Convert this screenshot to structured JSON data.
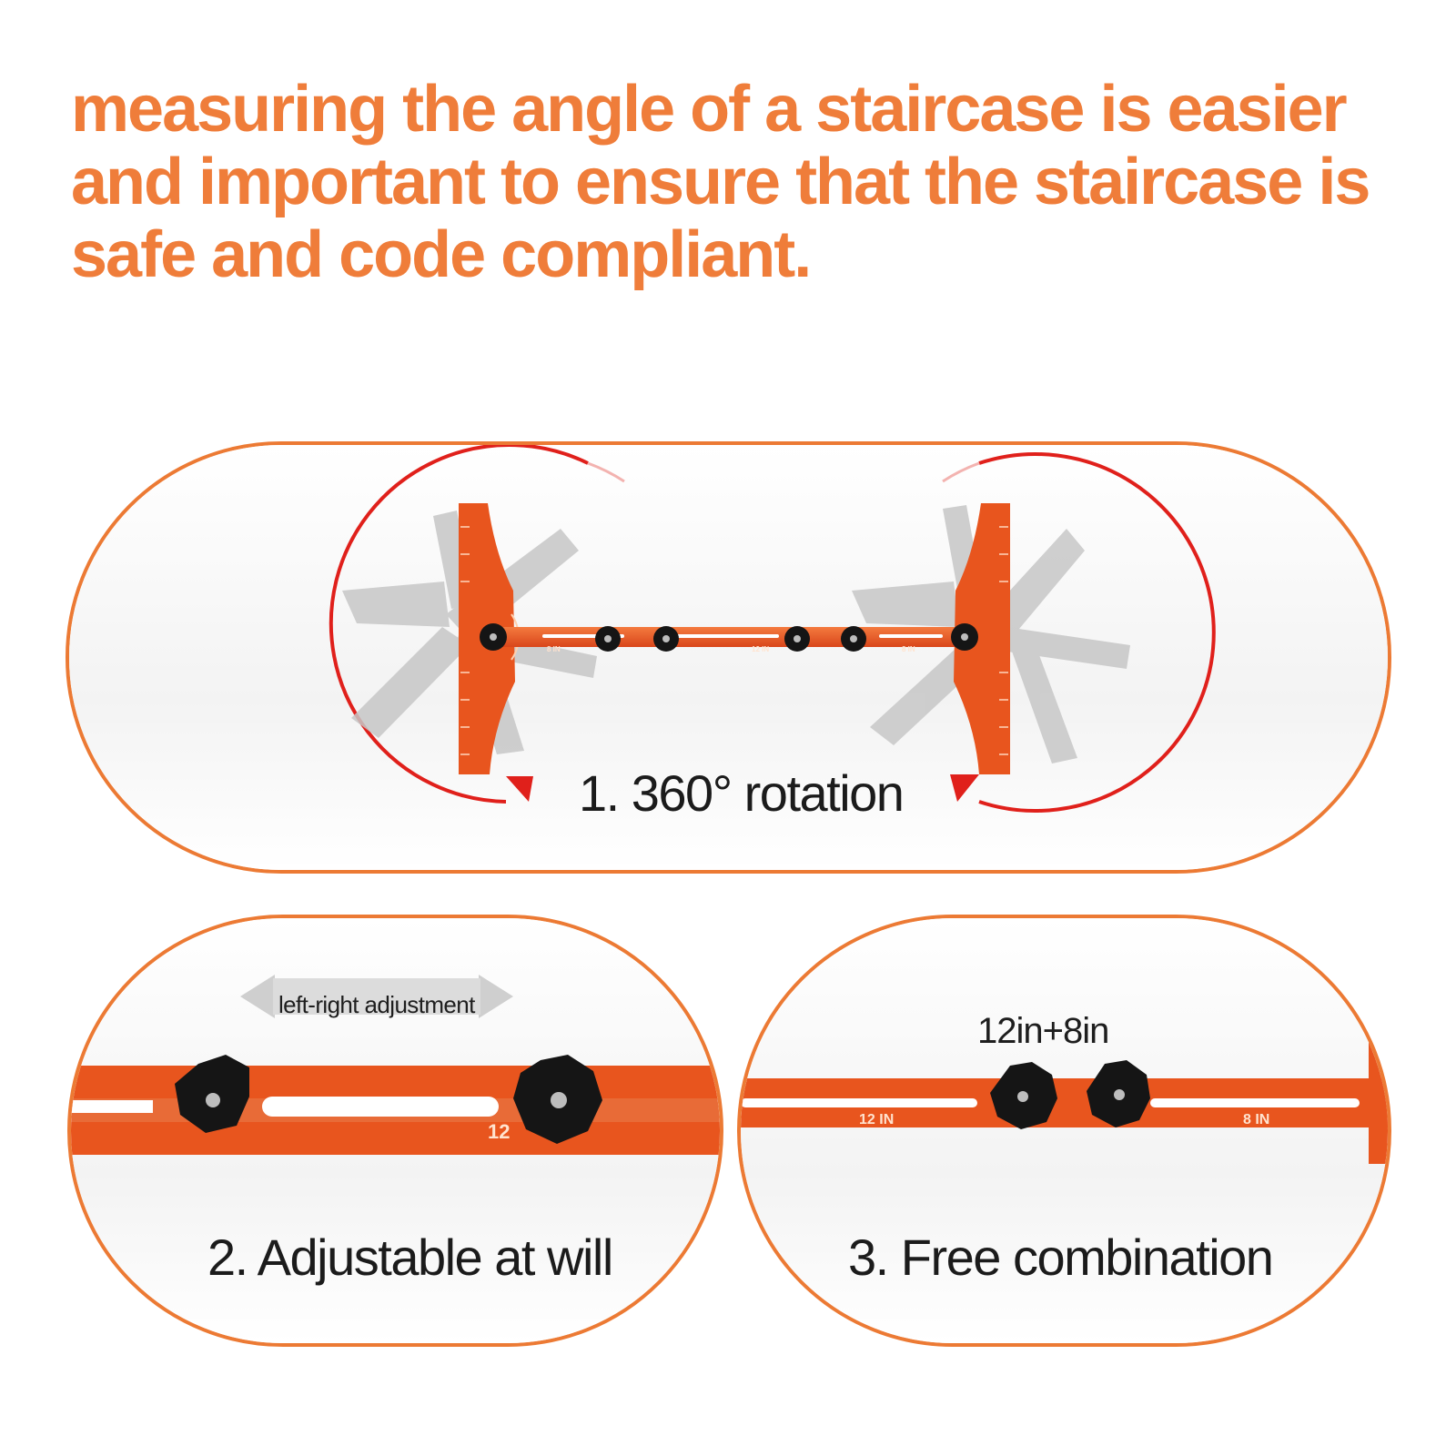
{
  "headline": "measuring the angle of a staircase is easier and important to ensure that the staircase is safe and code compliant.",
  "colors": {
    "accent_orange": "#ef7d3a",
    "ruler_orange": "#e8551e",
    "rotation_red": "#e0201b",
    "knob_black": "#151515"
  },
  "panels": {
    "rotation": {
      "caption": "1. 360° rotation",
      "scale_labels": [
        "8 IN",
        "12 IN",
        "8 IN"
      ]
    },
    "adjustable": {
      "caption": "2. Adjustable at will",
      "arrow_label": "left-right adjustment",
      "scale_label": "12"
    },
    "combination": {
      "caption": "3. Free combination",
      "top_label": "12in+8in",
      "scale_labels": [
        "12 IN",
        "8 IN"
      ]
    }
  },
  "icons": [
    "rotation-arrow-icon",
    "knob-icon",
    "double-arrow-icon"
  ]
}
